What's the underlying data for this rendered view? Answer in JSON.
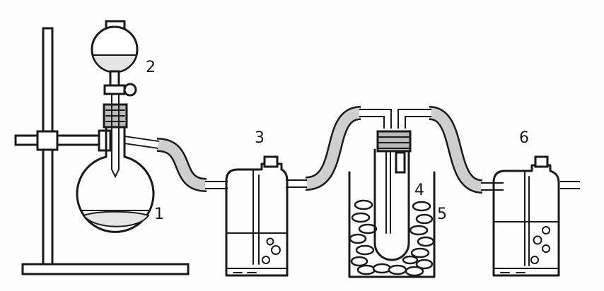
{
  "labels": {
    "dropping_funnel": "2",
    "flask": "1",
    "bottle_a": "3",
    "u_tube": "4",
    "bath": "5",
    "bottle_b": "6"
  }
}
